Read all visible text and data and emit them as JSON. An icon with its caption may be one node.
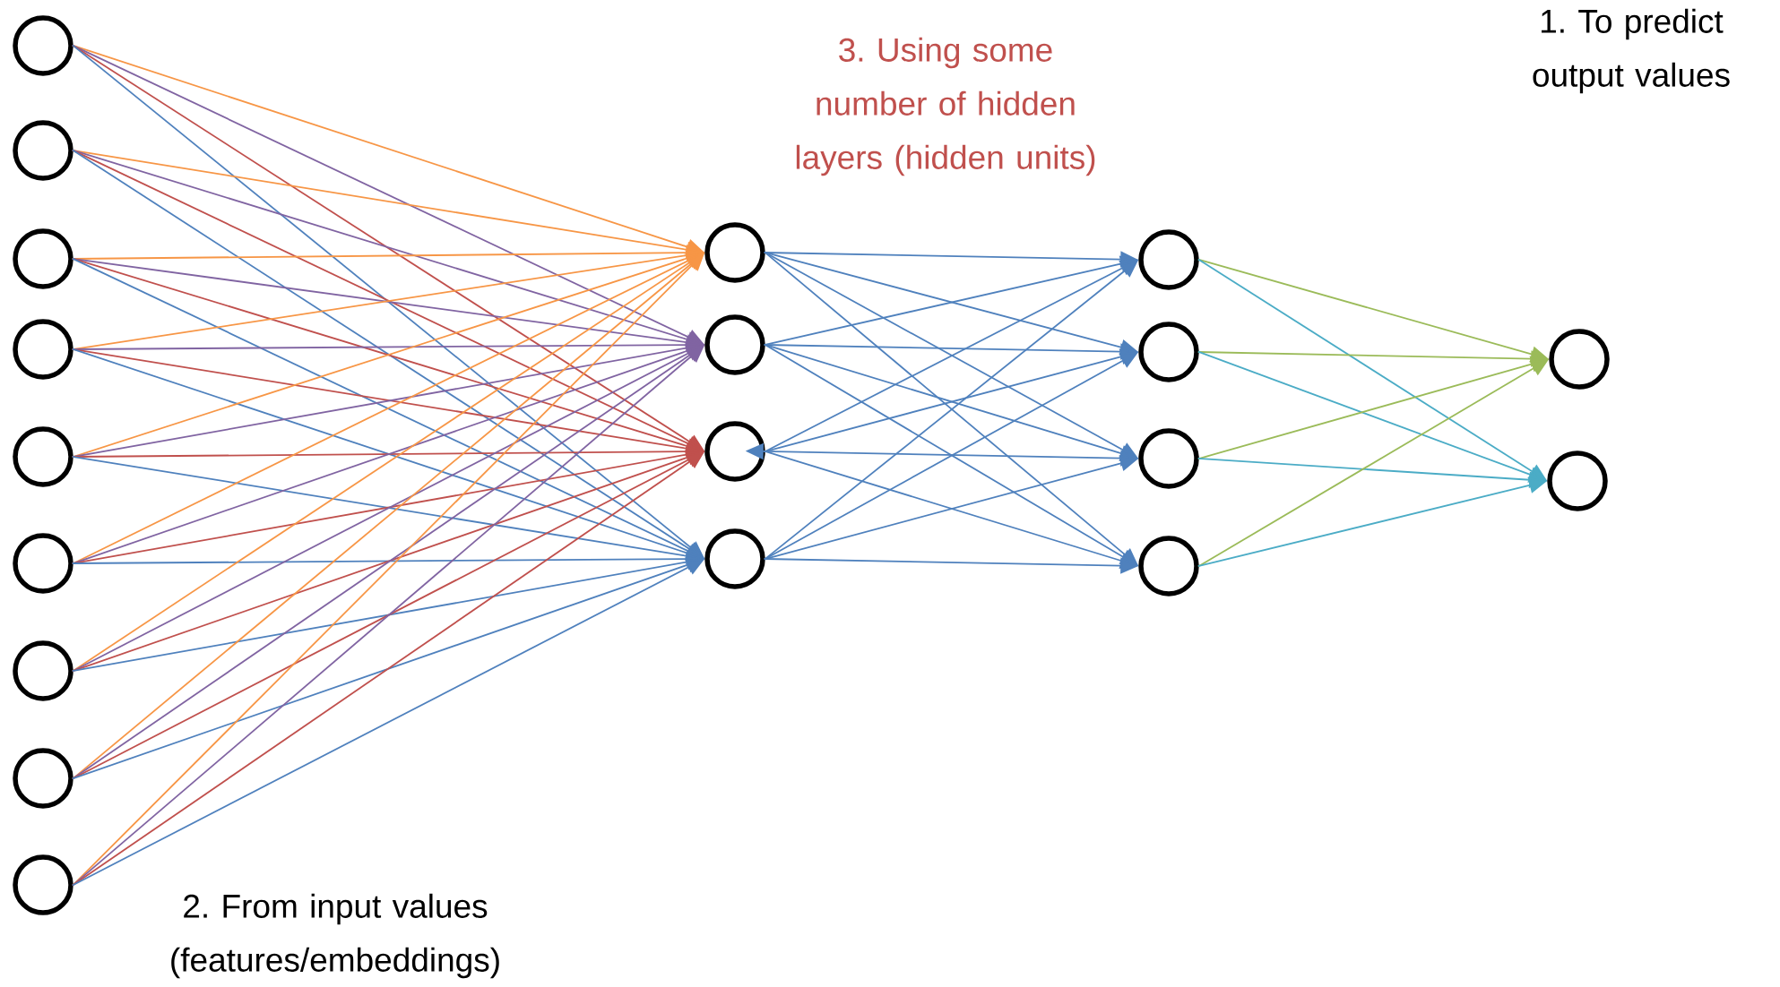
{
  "diagram": {
    "nodes": [
      {
        "text": [],
        "shape": "circle"
      },
      {
        "text": [],
        "shape": "circle"
      },
      {
        "text": [],
        "shape": "circle"
      },
      {
        "text": [],
        "shape": "circle"
      },
      {
        "text": [],
        "shape": "circle"
      },
      {
        "text": [],
        "shape": "circle"
      },
      {
        "text": [],
        "shape": "circle"
      },
      {
        "text": [],
        "shape": "circle"
      },
      {
        "text": [],
        "shape": "circle"
      },
      {
        "text": [],
        "shape": "circle"
      },
      {
        "text": [],
        "shape": "circle"
      },
      {
        "text": [],
        "shape": "circle"
      },
      {
        "text": [],
        "shape": "circle"
      },
      {
        "text": [],
        "shape": "circle"
      },
      {
        "text": [],
        "shape": "circle"
      },
      {
        "text": [],
        "shape": "circle"
      },
      {
        "text": [],
        "shape": "circle"
      },
      {
        "text": [],
        "shape": "circle"
      },
      {
        "text": [],
        "shape": "circle"
      }
    ],
    "edges": [
      {
        "from": 0,
        "to": 9,
        "arrow": "to",
        "color": "#f79646"
      },
      {
        "from": 0,
        "to": 10,
        "arrow": "to",
        "color": "#8064a2"
      },
      {
        "from": 0,
        "to": 11,
        "arrow": "to",
        "color": "#c0504d"
      },
      {
        "from": 0,
        "to": 12,
        "arrow": "to"
      },
      {
        "from": 1,
        "to": 9,
        "arrow": "to",
        "color": "#f79646"
      },
      {
        "from": 1,
        "to": 10,
        "arrow": "to",
        "color": "#8064a2"
      },
      {
        "from": 1,
        "to": 11,
        "arrow": "to",
        "color": "#c0504d"
      },
      {
        "from": 1,
        "to": 12,
        "arrow": "to"
      },
      {
        "from": 2,
        "to": 9,
        "arrow": "to",
        "color": "#f79646"
      },
      {
        "from": 2,
        "to": 10,
        "arrow": "to",
        "color": "#8064a2"
      },
      {
        "from": 2,
        "to": 11,
        "arrow": "to",
        "color": "#c0504d"
      },
      {
        "from": 2,
        "to": 12,
        "arrow": "to"
      },
      {
        "from": 3,
        "to": 9,
        "arrow": "to",
        "color": "#f79646"
      },
      {
        "from": 3,
        "to": 10,
        "arrow": "to",
        "color": "#8064a2"
      },
      {
        "from": 3,
        "to": 11,
        "arrow": "to",
        "color": "#c0504d"
      },
      {
        "from": 3,
        "to": 12,
        "arrow": "to"
      },
      {
        "from": 4,
        "to": 9,
        "arrow": "to",
        "color": "#f79646"
      },
      {
        "from": 4,
        "to": 10,
        "arrow": "to",
        "color": "#8064a2"
      },
      {
        "from": 4,
        "to": 11,
        "arrow": "to",
        "color": "#c0504d"
      },
      {
        "from": 4,
        "to": 12,
        "arrow": "to"
      },
      {
        "from": 5,
        "to": 9,
        "arrow": "to",
        "color": "#f79646"
      },
      {
        "from": 5,
        "to": 10,
        "arrow": "to",
        "color": "#8064a2"
      },
      {
        "from": 5,
        "to": 11,
        "arrow": "to",
        "color": "#c0504d"
      },
      {
        "from": 5,
        "to": 12,
        "arrow": "to"
      },
      {
        "from": 6,
        "to": 9,
        "arrow": "to",
        "color": "#f79646"
      },
      {
        "from": 6,
        "to": 10,
        "arrow": "to",
        "color": "#8064a2"
      },
      {
        "from": 6,
        "to": 11,
        "arrow": "to",
        "color": "#c0504d"
      },
      {
        "from": 6,
        "to": 12,
        "arrow": "to"
      },
      {
        "from": 7,
        "to": 9,
        "arrow": "to",
        "color": "#f79646"
      },
      {
        "from": 7,
        "to": 10,
        "arrow": "to",
        "color": "#8064a2"
      },
      {
        "from": 7,
        "to": 11,
        "arrow": "to",
        "color": "#c0504d"
      },
      {
        "from": 7,
        "to": 12,
        "arrow": "to"
      },
      {
        "from": 8,
        "to": 9,
        "arrow": "to",
        "color": "#f79646"
      },
      {
        "from": 8,
        "to": 10,
        "arrow": "to",
        "color": "#8064a2"
      },
      {
        "from": 8,
        "to": 11,
        "arrow": "to",
        "color": "#c0504d"
      },
      {
        "from": 8,
        "to": 12,
        "arrow": "to"
      },
      {
        "from": 9,
        "to": 13,
        "arrow": "to"
      },
      {
        "from": 9,
        "to": 14,
        "arrow": "to"
      },
      {
        "from": 9,
        "to": 15,
        "arrow": "to"
      },
      {
        "from": 9,
        "to": 16,
        "arrow": "to"
      },
      {
        "from": 10,
        "to": 13,
        "arrow": "to"
      },
      {
        "from": 10,
        "to": 14,
        "arrow": "to"
      },
      {
        "from": 10,
        "to": 15,
        "arrow": "to"
      },
      {
        "from": 10,
        "to": 16,
        "arrow": "to"
      },
      {
        "from": 11,
        "to": 13,
        "arrow": "to"
      },
      {
        "from": 11,
        "to": 14,
        "arrow": "to"
      },
      {
        "from": 11,
        "to": 15,
        "arrow": "both"
      },
      {
        "from": 11,
        "to": 16,
        "arrow": "to"
      },
      {
        "from": 12,
        "to": 13,
        "arrow": "to"
      },
      {
        "from": 12,
        "to": 14,
        "arrow": "to"
      },
      {
        "from": 12,
        "to": 15,
        "arrow": "to"
      },
      {
        "from": 12,
        "to": 16,
        "arrow": "to"
      },
      {
        "from": 13,
        "to": 17,
        "arrow": "to",
        "color": "#9bbb59"
      },
      {
        "from": 13,
        "to": 18,
        "arrow": "to",
        "color": "#4bacc6"
      },
      {
        "from": 14,
        "to": 17,
        "arrow": "to",
        "color": "#9bbb59"
      },
      {
        "from": 14,
        "to": 18,
        "arrow": "to",
        "color": "#4bacc6"
      },
      {
        "from": 15,
        "to": 17,
        "arrow": "to",
        "color": "#9bbb59"
      },
      {
        "from": 15,
        "to": 18,
        "arrow": "to",
        "color": "#4bacc6"
      },
      {
        "from": 16,
        "to": 17,
        "arrow": "to",
        "color": "#9bbb59"
      },
      {
        "from": 16,
        "to": 18,
        "arrow": "to",
        "color": "#4bacc6"
      }
    ],
    "labels": [
      "1. To predict output values",
      "3. Using some number of hidden layers (hidden units)",
      "2. From input values (features/embeddings)"
    ]
  }
}
